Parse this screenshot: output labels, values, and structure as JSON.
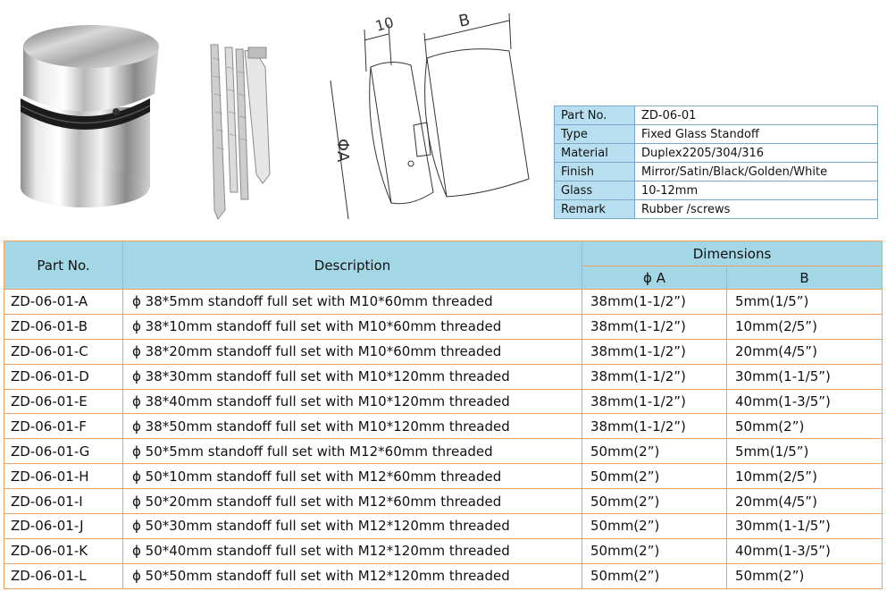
{
  "drawing": {
    "dim_top_small": "10",
    "dim_top_large": "B",
    "dim_side": "ΦA"
  },
  "spec": [
    {
      "key": "Part No.",
      "value": "ZD-06-01"
    },
    {
      "key": "Type",
      "value": "Fixed Glass Standoff"
    },
    {
      "key": "Material",
      "value": "Duplex2205/304/316"
    },
    {
      "key": "Finish",
      "value": "Mirror/Satin/Black/Golden/White"
    },
    {
      "key": "Glass",
      "value": "10-12mm"
    },
    {
      "key": "Remark",
      "value": "Rubber /screws"
    }
  ],
  "table": {
    "headers": {
      "part_no": "Part No.",
      "description": "Description",
      "dimensions": "Dimensions",
      "a": "ϕ A",
      "b": "B"
    },
    "rows": [
      {
        "part": "ZD-06-01-A",
        "desc": "ϕ 38*5mm standoff full set with M10*60mm threaded",
        "a": "38mm(1-1/2”)",
        "b": "5mm(1/5”)"
      },
      {
        "part": "ZD-06-01-B",
        "desc": "ϕ 38*10mm standoff full set with M10*60mm threaded",
        "a": "38mm(1-1/2”)",
        "b": "10mm(2/5”)"
      },
      {
        "part": "ZD-06-01-C",
        "desc": "ϕ 38*20mm standoff full set with M10*60mm threaded",
        "a": "38mm(1-1/2”)",
        "b": "20mm(4/5”)"
      },
      {
        "part": "ZD-06-01-D",
        "desc": "ϕ 38*30mm standoff full set with M10*120mm threaded",
        "a": "38mm(1-1/2”)",
        "b": "30mm(1-1/5”)"
      },
      {
        "part": "ZD-06-01-E",
        "desc": "ϕ 38*40mm standoff full set with M10*120mm threaded",
        "a": "38mm(1-1/2”)",
        "b": "40mm(1-3/5”)"
      },
      {
        "part": "ZD-06-01-F",
        "desc": "ϕ 38*50mm standoff full set with M10*120mm threaded",
        "a": "38mm(1-1/2”)",
        "b": "50mm(2”)"
      },
      {
        "part": "ZD-06-01-G",
        "desc": "ϕ 50*5mm standoff full set with M12*60mm threaded",
        "a": "50mm(2”)",
        "b": "5mm(1/5”)"
      },
      {
        "part": "ZD-06-01-H",
        "desc": "ϕ 50*10mm standoff full set with M12*60mm threaded",
        "a": "50mm(2”)",
        "b": "10mm(2/5”)"
      },
      {
        "part": "ZD-06-01-I",
        "desc": "ϕ 50*20mm standoff full set with M12*60mm threaded",
        "a": "50mm(2”)",
        "b": "20mm(4/5”)"
      },
      {
        "part": "ZD-06-01-J",
        "desc": "ϕ 50*30mm standoff full set with M12*120mm threaded",
        "a": "50mm(2”)",
        "b": "30mm(1-1/5”)"
      },
      {
        "part": "ZD-06-01-K",
        "desc": "ϕ 50*40mm standoff full set with M12*120mm threaded",
        "a": "50mm(2”)",
        "b": "40mm(1-3/5”)"
      },
      {
        "part": "ZD-06-01-L",
        "desc": "ϕ 50*50mm standoff full set with M12*120mm threaded",
        "a": "50mm(2”)",
        "b": "50mm(2”)"
      }
    ]
  }
}
